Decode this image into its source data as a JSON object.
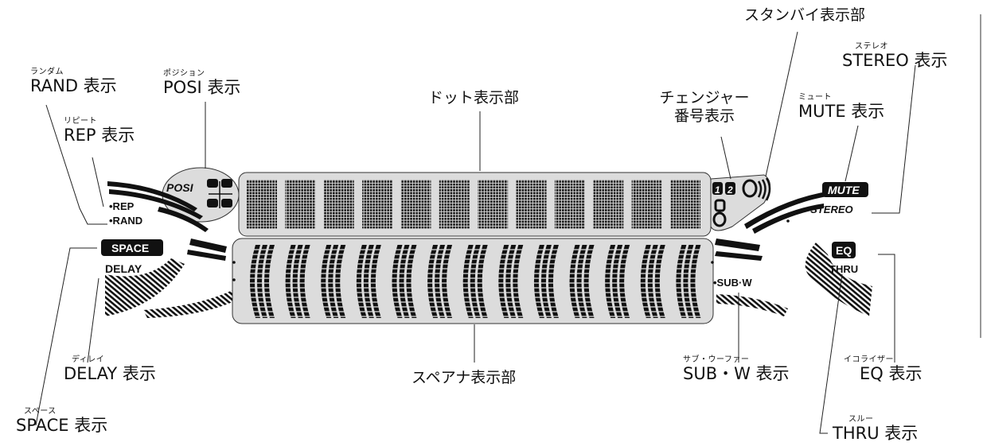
{
  "labels": {
    "rand": {
      "ruby": "ランダム",
      "text": "RAND 表示"
    },
    "rep": {
      "ruby": "リピート",
      "text": "REP 表示"
    },
    "posi": {
      "ruby": "ポジション",
      "text": "POSI 表示"
    },
    "dot": {
      "text": "ドット表示部"
    },
    "changer": {
      "line1": "チェンジャー",
      "line2": "番号表示"
    },
    "standby": {
      "text": "スタンバイ表示部"
    },
    "stereo": {
      "ruby": "ステレオ",
      "text": "STEREO 表示"
    },
    "mute": {
      "ruby": "ミュート",
      "text": "MUTE 表示"
    },
    "delay": {
      "ruby": "ディレイ",
      "text": "DELAY 表示"
    },
    "space": {
      "ruby": "スペース",
      "text": "SPACE 表示"
    },
    "spana": {
      "text": "スペアナ表示部"
    },
    "subw": {
      "ruby": "サブ・ウーファー",
      "text": "SUB・W 表示"
    },
    "eq": {
      "ruby": "イコライザー",
      "text": "EQ 表示"
    },
    "thru": {
      "ruby": "スルー",
      "text": "THRU 表示"
    }
  },
  "display": {
    "posi": "POSI",
    "rep": "•REP",
    "rand": "•RAND",
    "space": "SPACE",
    "delay": "DELAY",
    "changer_digits": [
      "1",
      "2"
    ],
    "mute": "MUTE",
    "stereo": "• STEREO",
    "eq": "EQ",
    "thru": "THRU",
    "subw": "•SUB·W",
    "dot_cells": 12,
    "spectrum_bars": 13
  }
}
